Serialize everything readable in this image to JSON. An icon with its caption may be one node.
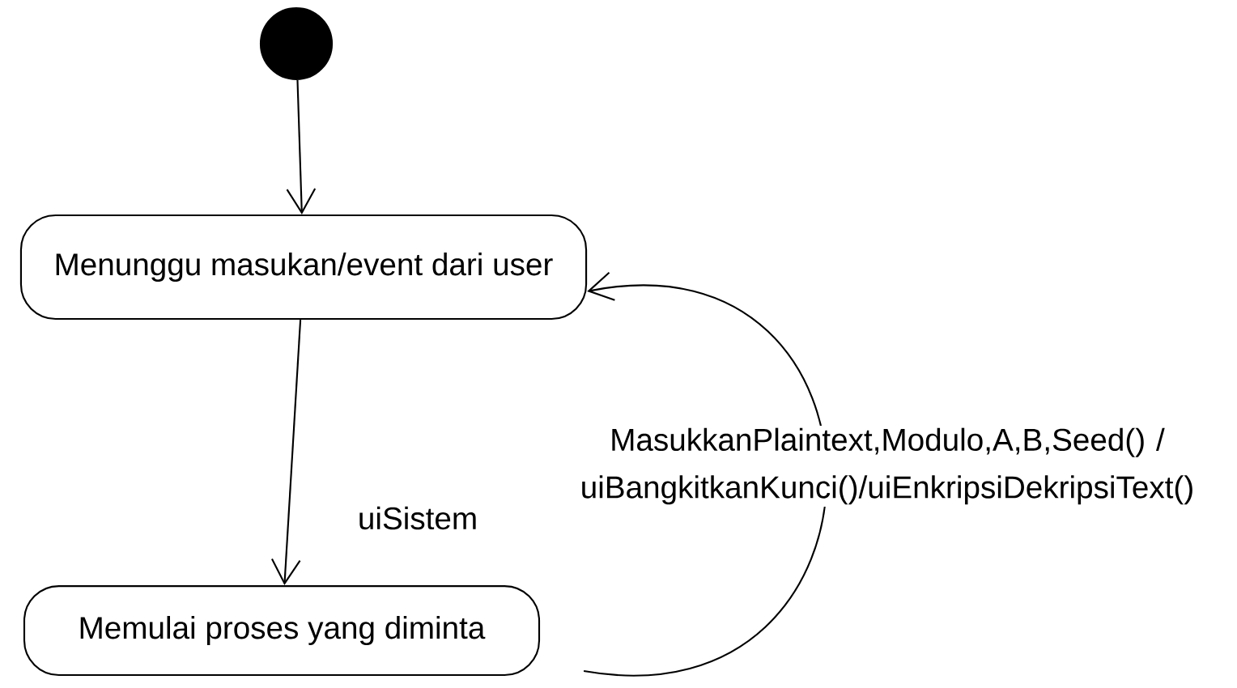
{
  "diagram": {
    "nodes": [
      {
        "text": [],
        "shape": "circle"
      },
      {
        "text": [
          "Menunggu masukan/event dari user"
        ]
      },
      {
        "text": [
          "Memulai proses yang diminta"
        ]
      }
    ],
    "edges": [
      {
        "from": 0,
        "to": 1,
        "arrow": "to"
      },
      {
        "from": 1,
        "to": 2,
        "arrow": "to",
        "label": "uiSistem"
      },
      {
        "from": 2,
        "to": 1,
        "arrow": "to",
        "label": "MasukkanPlaintext,Modulo,A,B,Seed() / uiBangkitkanKunci()/uiEnkripsiDekripsiText()"
      }
    ]
  }
}
